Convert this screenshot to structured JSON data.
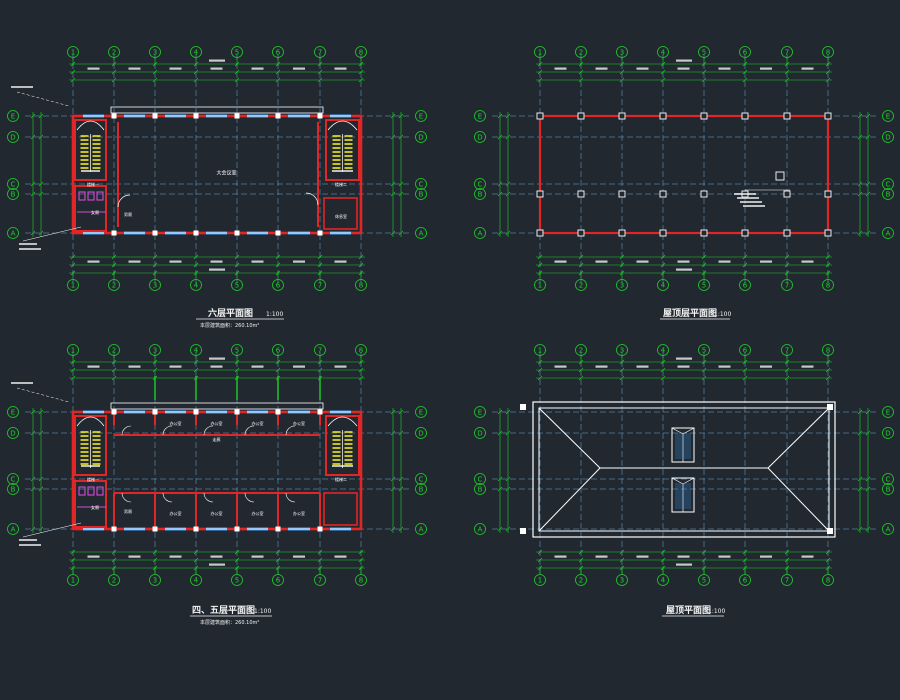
{
  "colors": {
    "background": "#212830",
    "grid": "#1fd02a",
    "axis": "#6fa9d6",
    "wall": "#e02626",
    "white": "#ffffff",
    "yellow": "#f0e81c",
    "magenta": "#d54bd6",
    "blue": "#3b8fe0",
    "title": "#f4f4f4"
  },
  "axes": {
    "columns": [
      "1",
      "2",
      "3",
      "4",
      "5",
      "6",
      "7",
      "8"
    ],
    "rows": [
      "A",
      "B",
      "C",
      "D",
      "E"
    ]
  },
  "plans": [
    {
      "id": "sixth-floor",
      "title": "六层平面图",
      "scale": "1:100",
      "subtitle": "本层建筑面积：260.10m²",
      "room_labels": [
        "大会议室",
        "楼梯一",
        "楼梯二",
        "女厕",
        "男厕",
        "休息室"
      ]
    },
    {
      "id": "roof-frame",
      "title": "屋顶层平面图",
      "scale": "1:100",
      "subtitle": "",
      "room_labels": []
    },
    {
      "id": "fourth-fifth-floor",
      "title": "四、五层平面图",
      "scale": "1:100",
      "subtitle": "本层建筑面积：260.10m²",
      "room_labels": [
        "办公室",
        "办公室",
        "办公室",
        "办公室",
        "办公室",
        "办公室",
        "办公室",
        "办公室",
        "楼梯一",
        "楼梯二",
        "女厕",
        "男厕",
        "走廊"
      ]
    },
    {
      "id": "roof-plan",
      "title": "屋顶平面图",
      "scale": "1:100",
      "subtitle": "",
      "room_labels": []
    }
  ]
}
